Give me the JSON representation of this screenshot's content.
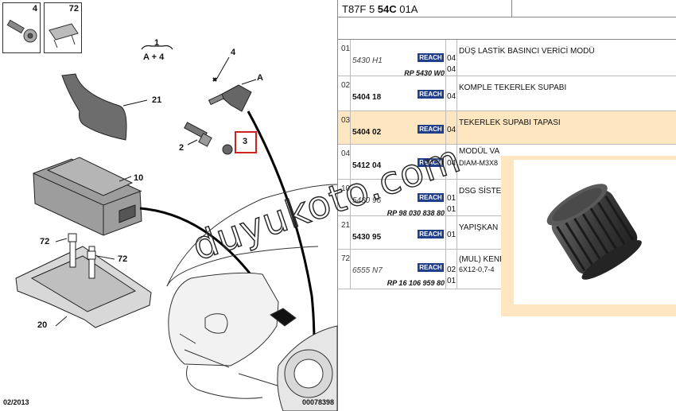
{
  "diagram": {
    "thumbs": [
      {
        "num": "4"
      },
      {
        "num": "72"
      }
    ],
    "callouts": {
      "c1": "1",
      "c1_sub": "A + 4",
      "c4": "4",
      "cA": "A",
      "c21": "21",
      "c2": "2",
      "c3": "3",
      "c10": "10",
      "c72a": "72",
      "c72b": "72",
      "c20": "20"
    },
    "footer_left": "02/2013",
    "footer_right": "00078398"
  },
  "header": {
    "code_prefix": "T87F 5 ",
    "code_bold": "54C",
    "code_suffix": " 01A"
  },
  "rows": [
    {
      "no": "01",
      "ref": "5430 H1",
      "ref_style": "italic",
      "rp": "RP 5430 W0",
      "reach": "REACH",
      "qty": [
        "04",
        "04"
      ],
      "desc": "DÜŞ LASTİK BASINCI VERİCİ MODÜ",
      "desc2": ""
    },
    {
      "no": "02",
      "ref": "5404 18",
      "ref_style": "bold",
      "rp": "",
      "reach": "REACH",
      "qty": [
        "04"
      ],
      "desc": "KOMPLE TEKERLEK SUPABI",
      "desc2": ""
    },
    {
      "no": "03",
      "ref": "5404 02",
      "ref_style": "bold",
      "rp": "",
      "reach": "REACH",
      "qty": [
        "04"
      ],
      "desc": "TEKERLEK SUPABI TAPASI",
      "desc2": ""
    },
    {
      "no": "04",
      "ref": "5412 04",
      "ref_style": "bold",
      "rp": "",
      "reach": "REACH",
      "qty": [
        "04"
      ],
      "desc": "MODÜL VA",
      "desc2": "DIAM-M3X8"
    },
    {
      "no": "10",
      "ref": "5430 96",
      "ref_style": "italic",
      "rp": "RP 98 030 838 80",
      "reach": "REACH",
      "qty": [
        "01",
        "01"
      ],
      "desc": "DSG SİSTE",
      "desc2": ""
    },
    {
      "no": "21",
      "ref": "5430 95",
      "ref_style": "bold",
      "rp": "",
      "reach": "REACH",
      "qty": [
        "01"
      ],
      "desc": "YAPIŞKAN",
      "desc2": ""
    },
    {
      "no": "72",
      "ref": "6555 N7",
      "ref_style": "italic",
      "rp": "RP 16 106 959 80",
      "reach": "REACH",
      "qty": [
        "02",
        "01"
      ],
      "desc": "(MUL) KENE",
      "desc2": "6X12-0,7-4"
    }
  ],
  "watermark": "duyukoto.com",
  "colors": {
    "highlight": "#fde6c0",
    "reach_badge": "#1f3f8a",
    "callout_box": "#cc2222"
  }
}
